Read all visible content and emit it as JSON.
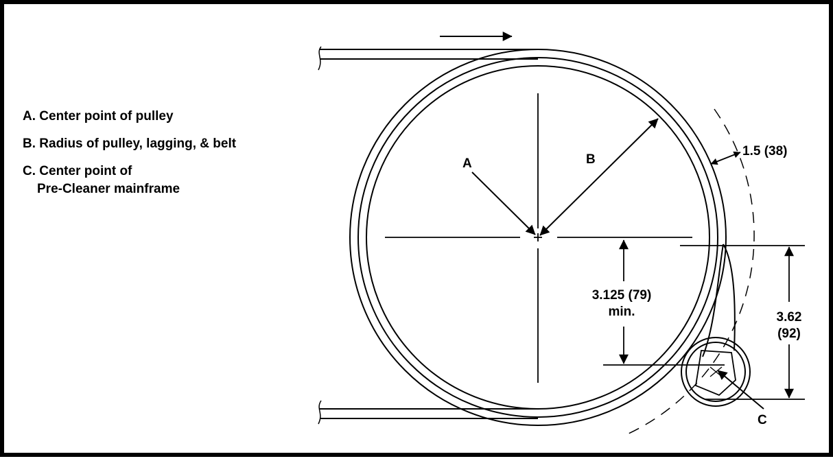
{
  "legend": {
    "a": "A. Center point of pulley",
    "b": "B. Radius of pulley, lagging, & belt",
    "c_line1": "C. Center point of",
    "c_line2": "Pre-Cleaner mainframe"
  },
  "labels": {
    "a": "A",
    "b": "B",
    "c": "C"
  },
  "dimensions": {
    "clearance": "1.5 (38)",
    "min_offset_line1": "3.125 (79)",
    "min_offset_line2": "min.",
    "mainframe_offset_line1": "3.62",
    "mainframe_offset_line2": "(92)"
  },
  "colors": {
    "line": "#000000",
    "background": "#ffffff"
  }
}
